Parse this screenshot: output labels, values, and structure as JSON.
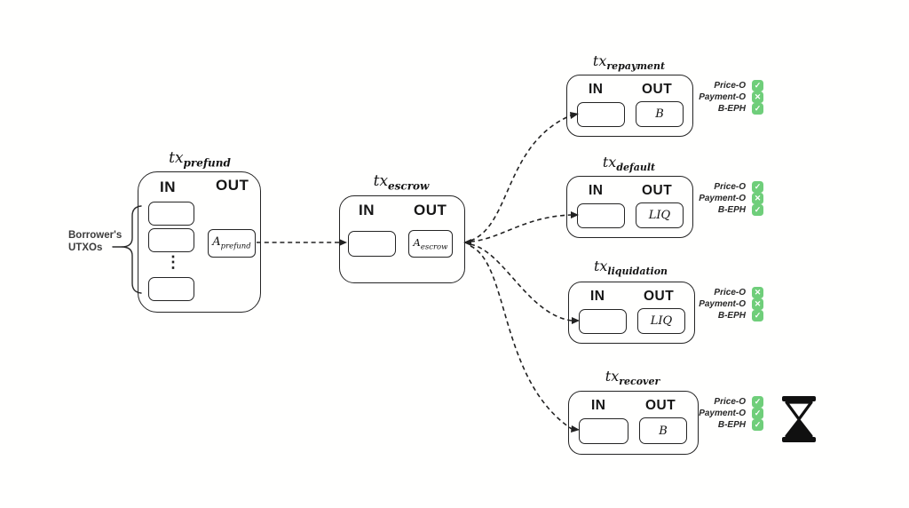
{
  "colors": {
    "badge_green": "#6fce7a",
    "stroke": "#222222"
  },
  "transactions": {
    "prefund": {
      "title_base": "tx",
      "title_sub": "prefund",
      "in_label": "IN",
      "out_label": "OUT",
      "ellipsis": "⋮",
      "output_base": "A",
      "output_sub": "prefund",
      "inputs_note_line1": "Borrower's",
      "inputs_note_line2": "UTXOs"
    },
    "escrow": {
      "title_base": "tx",
      "title_sub": "escrow",
      "in_label": "IN",
      "out_label": "OUT",
      "output_base": "A",
      "output_sub": "escrow"
    },
    "spends": [
      {
        "key": "repayment",
        "title_base": "tx",
        "title_sub": "repayment",
        "in_label": "IN",
        "out_label": "OUT",
        "output_value": "B",
        "timelock": false,
        "conditions": [
          {
            "label": "Price-O",
            "state": "check",
            "glyph": "✓"
          },
          {
            "label": "Payment-O",
            "state": "cross",
            "glyph": "✕"
          },
          {
            "label": "B-EPH",
            "state": "check",
            "glyph": "✓"
          }
        ]
      },
      {
        "key": "default",
        "title_base": "tx",
        "title_sub": "default",
        "in_label": "IN",
        "out_label": "OUT",
        "output_value": "LIQ",
        "timelock": false,
        "conditions": [
          {
            "label": "Price-O",
            "state": "check",
            "glyph": "✓"
          },
          {
            "label": "Payment-O",
            "state": "cross",
            "glyph": "✕"
          },
          {
            "label": "B-EPH",
            "state": "check",
            "glyph": "✓"
          }
        ]
      },
      {
        "key": "liquidation",
        "title_base": "tx",
        "title_sub": "liquidation",
        "in_label": "IN",
        "out_label": "OUT",
        "output_value": "LIQ",
        "timelock": false,
        "conditions": [
          {
            "label": "Price-O",
            "state": "cross",
            "glyph": "✕"
          },
          {
            "label": "Payment-O",
            "state": "cross",
            "glyph": "✕"
          },
          {
            "label": "B-EPH",
            "state": "check",
            "glyph": "✓"
          }
        ]
      },
      {
        "key": "recover",
        "title_base": "tx",
        "title_sub": "recover",
        "in_label": "IN",
        "out_label": "OUT",
        "output_value": "B",
        "timelock": true,
        "conditions": [
          {
            "label": "Price-O",
            "state": "check",
            "glyph": "✓"
          },
          {
            "label": "Payment-O",
            "state": "check",
            "glyph": "✓"
          },
          {
            "label": "B-EPH",
            "state": "check",
            "glyph": "✓"
          }
        ]
      }
    ]
  }
}
